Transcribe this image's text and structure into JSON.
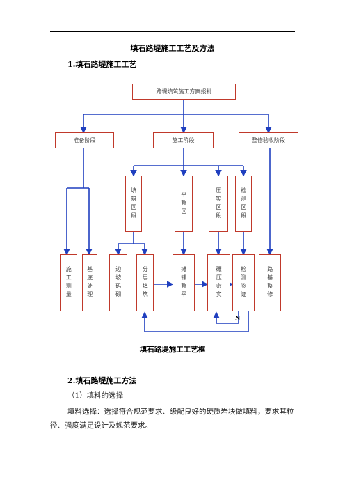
{
  "doc": {
    "title": "填石路堤施工工艺及方法",
    "section1": "1.填石路堤施工工艺",
    "caption": "填石路堤施工工艺框",
    "section2": "2.填石路堤施工方法",
    "sub1": "（1）填料的选择",
    "para1": "填料选择：选择符合规范要求、级配良好的硬质岩块做填料，要求其粒径、强度满足设计及规范要求。"
  },
  "flowchart": {
    "top": "路堤填筑施工方案报批",
    "stage_prep": "准备阶段",
    "stage_construct": "施工阶段",
    "stage_finish": "整修验收阶段",
    "zone_fill": "填筑区段",
    "zone_level": "平整区",
    "zone_compact": "压实区段",
    "zone_check": "检测区段",
    "step_survey": "施工测量",
    "step_base": "基底处理",
    "step_slope": "边坡码砌",
    "step_layer": "分层填筑",
    "step_spread": "摊铺整平",
    "step_roll": "碾压密实",
    "step_sign": "检测签证",
    "step_trim": "路基整修",
    "label_n": "N"
  },
  "colors": {
    "box_border": "#c0392b",
    "arrow": "#1f3fbf"
  }
}
